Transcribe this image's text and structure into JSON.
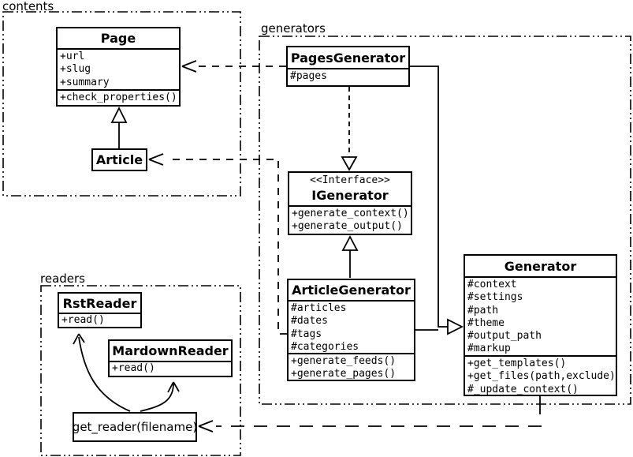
{
  "packages": {
    "contents": {
      "label": "contents"
    },
    "generators": {
      "label": "generators"
    },
    "readers": {
      "label": "readers"
    }
  },
  "classes": {
    "page": {
      "name": "Page",
      "attributes": [
        "+url",
        "+slug",
        "+summary"
      ],
      "methods": [
        "+check_properties()"
      ]
    },
    "article": {
      "name": "Article"
    },
    "pages_generator": {
      "name": "PagesGenerator",
      "attributes": [
        "#pages"
      ]
    },
    "igenerator": {
      "stereotype": "<<Interface>>",
      "name": "IGenerator",
      "methods": [
        "+generate_context()",
        "+generate_output()"
      ]
    },
    "article_generator": {
      "name": "ArticleGenerator",
      "attributes": [
        "#articles",
        "#dates",
        "#tags",
        "#categories"
      ],
      "methods": [
        "+generate_feeds()",
        "+generate_pages()"
      ]
    },
    "generator": {
      "name": "Generator",
      "attributes": [
        "#context",
        "#settings",
        "#path",
        "#theme",
        "#output_path",
        "#markup"
      ],
      "methods": [
        "+get_templates()",
        "+get_files(path,exclude)",
        "#_update_context()"
      ]
    },
    "rst_reader": {
      "name": "RstReader",
      "methods": [
        "+read()"
      ]
    },
    "mardown_reader": {
      "name": "MardownReader",
      "methods": [
        "+read()"
      ]
    },
    "get_reader": {
      "name": "get_reader(filename)"
    }
  },
  "colors": {
    "line": "#000000",
    "background": "#ffffff",
    "box_fill": "#ffffff"
  }
}
